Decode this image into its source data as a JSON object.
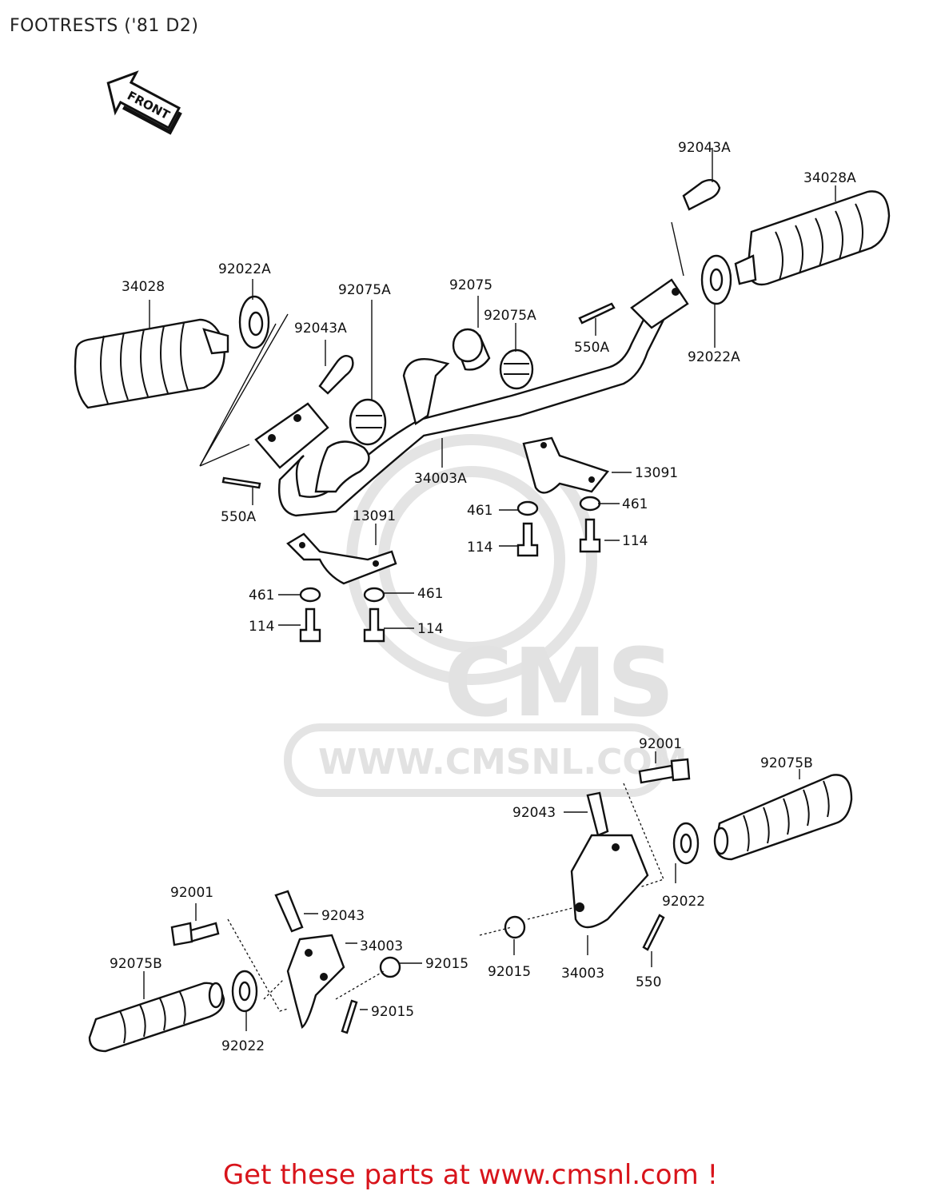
{
  "title": "FOOTRESTS ('81 D2)",
  "front_arrow_label": "FRONT",
  "watermark": {
    "logo_text": "CMS",
    "url_text": "WWW.CMSNL.COM"
  },
  "callouts": {
    "c_92043A_top": "92043A",
    "c_34028A": "34028A",
    "c_34028": "34028",
    "c_92022A_left": "92022A",
    "c_92075A_left": "92075A",
    "c_92075": "92075",
    "c_92075A_mid": "92075A",
    "c_92043A_left": "92043A",
    "c_550A_right": "550A",
    "c_92022A_right": "92022A",
    "c_34003A": "34003A",
    "c_13091_right": "13091",
    "c_550A_left": "550A",
    "c_13091_left": "13091",
    "c_461_r1": "461",
    "c_461_r2": "461",
    "c_114_r1": "114",
    "c_114_r2": "114",
    "c_461_l1": "461",
    "c_461_l2": "461",
    "c_114_l1": "114",
    "c_114_l2": "114",
    "c_92001_right": "92001",
    "c_92075B_right": "92075B",
    "c_92043_right": "92043",
    "c_92022_right": "92022",
    "c_92015_mid": "92015",
    "c_34003_right": "34003",
    "c_550": "550",
    "c_92001_left": "92001",
    "c_92043_left": "92043",
    "c_34003_left": "34003",
    "c_92015_a": "92015",
    "c_92075B_left": "92075B",
    "c_92015_b": "92015",
    "c_92022_left": "92022"
  },
  "footer_link_text": "Get these parts at www.cmsnl.com !",
  "colors": {
    "footer_text": "#d8141b",
    "line": "#111111",
    "watermark": "#e2e2e2"
  }
}
